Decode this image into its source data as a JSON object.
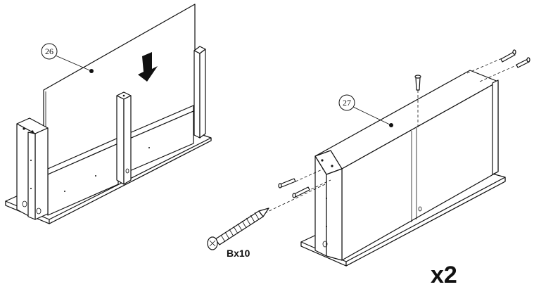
{
  "callouts": [
    {
      "number": "26"
    },
    {
      "number": "27"
    }
  ],
  "screw_quantity": "Bx10",
  "multiplier": "x2",
  "icons": {
    "arrow": "down-arrow-icon",
    "screw": "screw-icon"
  },
  "colors": {
    "line": "#111111",
    "background": "#ffffff"
  }
}
